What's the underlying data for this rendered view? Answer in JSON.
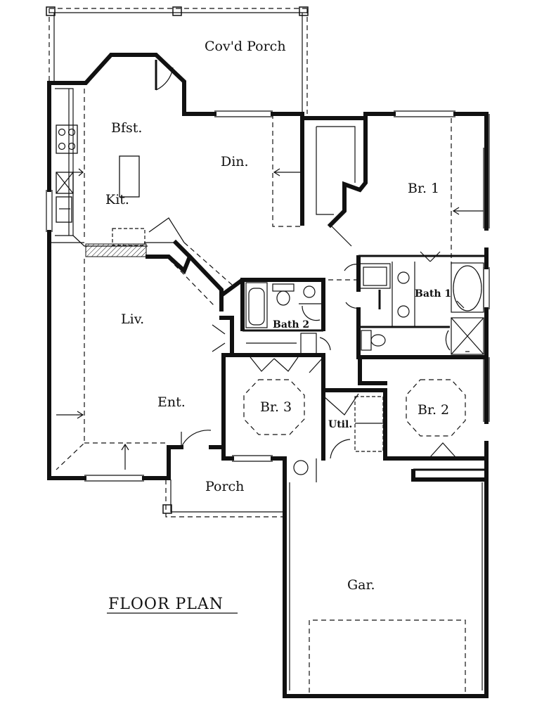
{
  "rooms": {
    "covd_porch": "Cov'd Porch",
    "bfst": "Bfst.",
    "din": "Din.",
    "kit": "Kit.",
    "br1": "Br. 1",
    "bath1": "Bath 1",
    "bath2": "Bath 2",
    "liv": "Liv.",
    "ent": "Ent.",
    "br3": "Br. 3",
    "br2": "Br. 2",
    "util": "Util.",
    "porch": "Porch",
    "gar": "Gar."
  },
  "title": "FLOOR PLAN"
}
